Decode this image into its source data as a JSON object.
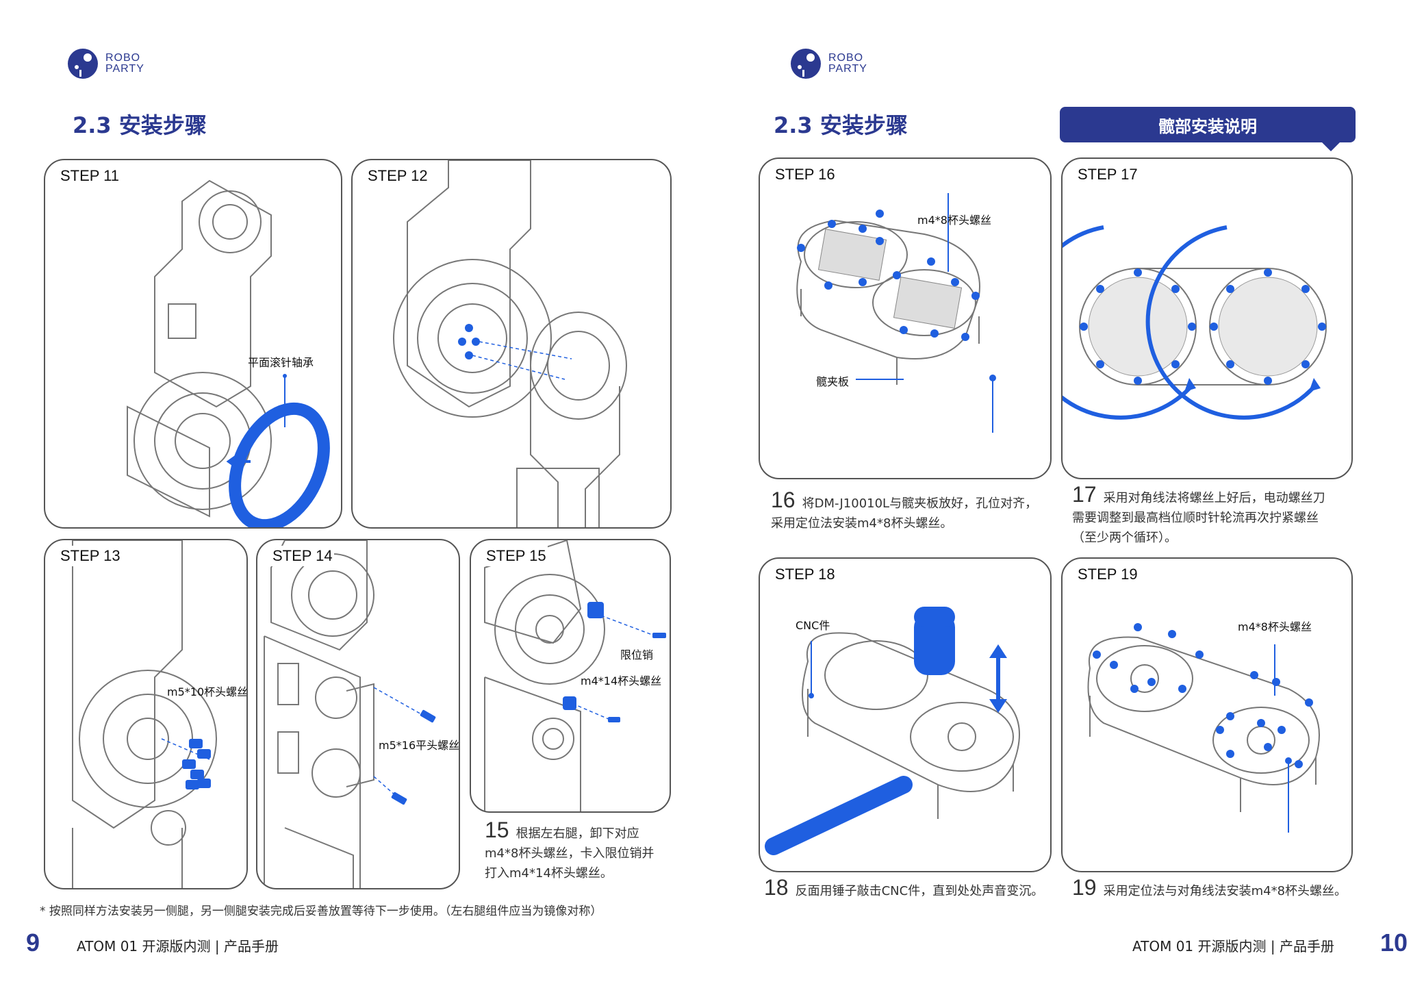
{
  "brand": {
    "line1": "ROBO",
    "line2": "PARTY"
  },
  "left_page": {
    "section_title": "2.3  安装步骤",
    "page_number": "9",
    "footer": "ATOM 01 开源版内测 | 产品手册",
    "footnote": "* 按照同样方法安装另一侧腿，另一侧腿安装完成后妥善放置等待下一步使用。（左右腿组件应当为镜像对称）",
    "steps": [
      {
        "label": "STEP 11",
        "callouts": [
          "平面滚针轴承"
        ]
      },
      {
        "label": "STEP 12",
        "callouts": []
      },
      {
        "label": "STEP 13",
        "callouts": [
          "m5*10杯头螺丝"
        ]
      },
      {
        "label": "STEP 14",
        "callouts": [
          "m5*16平头螺丝"
        ]
      },
      {
        "label": "STEP 15",
        "callouts": [
          "限位销",
          "m4*14杯头螺丝"
        ]
      }
    ],
    "captions": [
      {
        "num": "15",
        "lines": [
          "根据左右腿，卸下对应",
          "m4*8杯头螺丝，卡入限位销并",
          "打入m4*14杯头螺丝。"
        ]
      }
    ]
  },
  "right_page": {
    "section_title": "2.3  安装步骤",
    "banner": "髋部安装说明",
    "page_number": "10",
    "footer": "ATOM 01 开源版内测 | 产品手册",
    "steps": [
      {
        "label": "STEP 16",
        "callouts": [
          "m4*8杯头螺丝",
          "髋夹板"
        ]
      },
      {
        "label": "STEP 17",
        "callouts": []
      },
      {
        "label": "STEP 18",
        "callouts": [
          "CNC件"
        ]
      },
      {
        "label": "STEP 19",
        "callouts": [
          "m4*8杯头螺丝"
        ]
      }
    ],
    "captions": [
      {
        "num": "16",
        "lines": [
          "将DM-J10010L与髋夹板放好，孔位对齐，",
          "采用定位法安装m4*8杯头螺丝。"
        ]
      },
      {
        "num": "17",
        "lines": [
          "采用对角线法将螺丝上好后，电动螺丝刀",
          "需要调整到最高档位顺时针轮流再次拧紧螺丝",
          "（至少两个循环）。"
        ]
      },
      {
        "num": "18",
        "lines": [
          "反面用锤子敲击CNC件，直到处处声音变沉。"
        ]
      },
      {
        "num": "19",
        "lines": [
          "采用定位法与对角线法安装m4*8杯头螺丝。"
        ]
      }
    ]
  },
  "colors": {
    "brand": "#2b3990",
    "accent_blue": "#1f5fe0",
    "line": "#555555"
  },
  "icons": [
    "robo-party-logo-icon",
    "double-arrow-icon",
    "clockwise-arrow-icon"
  ]
}
